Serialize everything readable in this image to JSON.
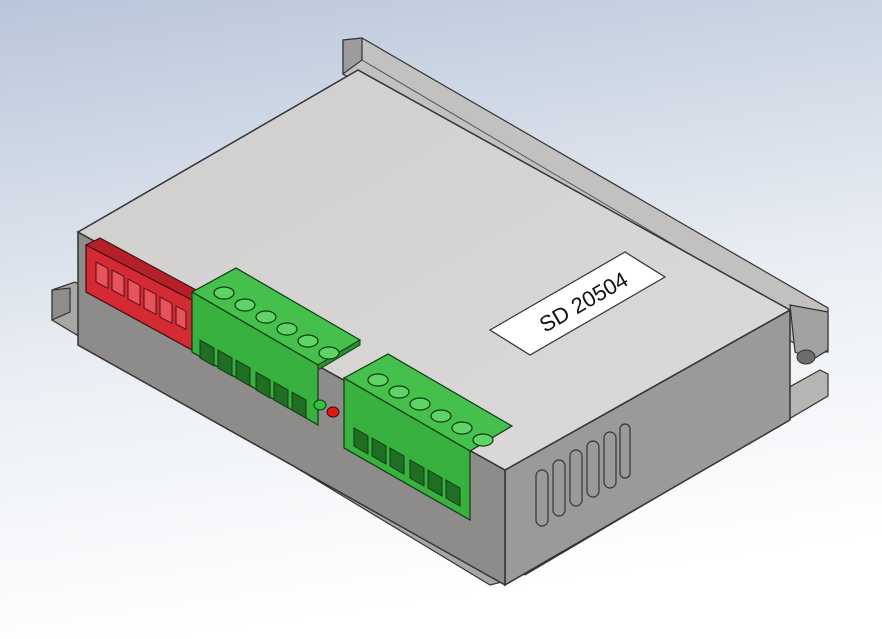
{
  "model_label": "SD 20504",
  "colors": {
    "background_top": "#b9c6da",
    "background_bottom": "#ffffff",
    "case_top": "#d6d5d4",
    "case_front": "#8d8c8b",
    "case_side": "#9b9a99",
    "flange": "#b3b2b1",
    "dip_switch": "#d42a33",
    "terminal_block": "#38b13f",
    "led_green": "#31c13a",
    "led_red": "#e01919",
    "label_bg": "#ffffff"
  },
  "components": {
    "dip_switch": "red-dip-switch",
    "terminal_blocks": [
      "6-pin-terminal-block",
      "6-pin-terminal-block"
    ],
    "leds": [
      "green-led",
      "red-led"
    ],
    "vent_slots": 6
  }
}
